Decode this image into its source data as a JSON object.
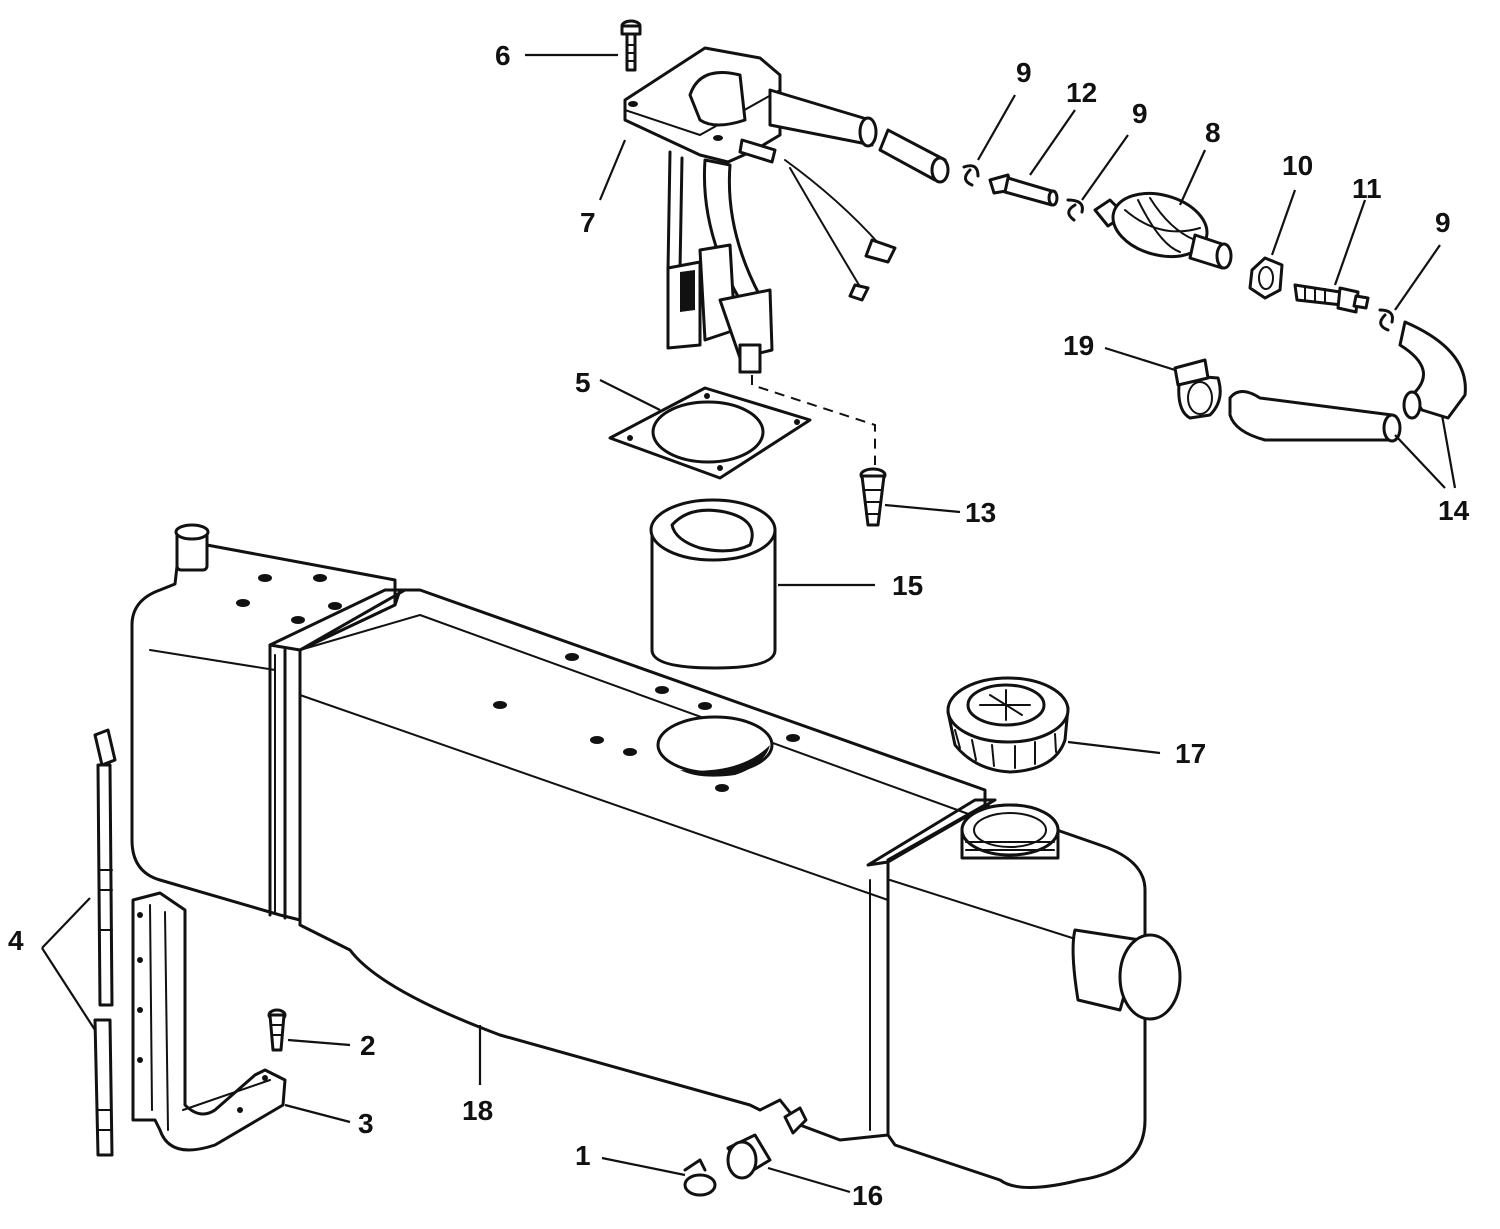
{
  "colors": {
    "ink": "#111111",
    "paper": "#ffffff"
  },
  "callouts": {
    "c1": "1",
    "c2": "2",
    "c3": "3",
    "c4": "4",
    "c5": "5",
    "c6": "6",
    "c7": "7",
    "c8": "8",
    "c9a": "9",
    "c9b": "9",
    "c9c": "9",
    "c10": "10",
    "c11": "11",
    "c12": "12",
    "c13": "13",
    "c14": "14",
    "c15": "15",
    "c16": "16",
    "c17": "17",
    "c18": "18",
    "c19": "19"
  },
  "icons": [
    "fuel-tank",
    "pickup-assembly",
    "primer-bulb",
    "filler-cap",
    "fuel-hose"
  ]
}
